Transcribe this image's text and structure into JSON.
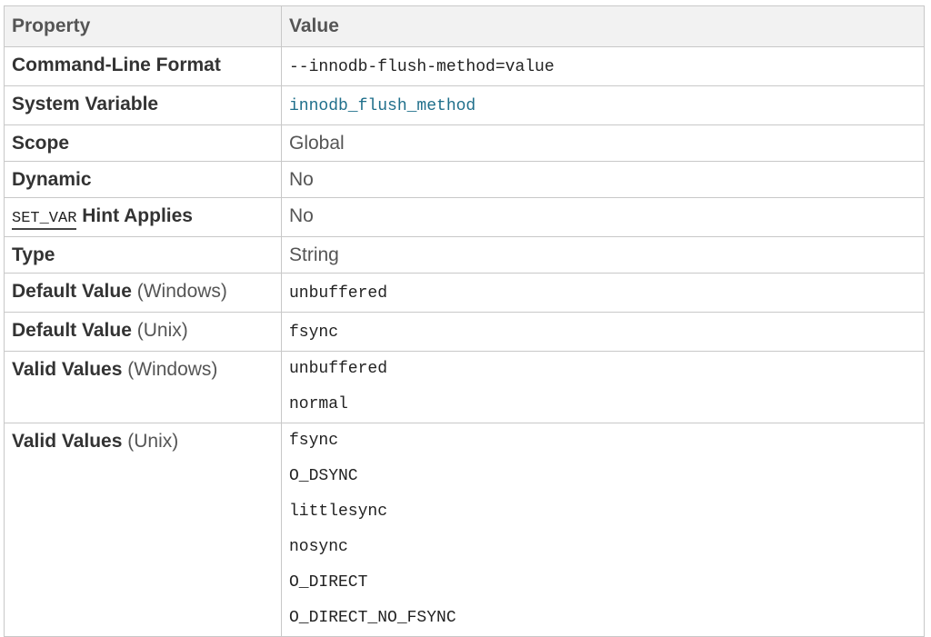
{
  "header": {
    "property": "Property",
    "value": "Value"
  },
  "rows": {
    "cmdline": {
      "name": "Command-Line Format",
      "value": "--innodb-flush-method=value"
    },
    "sysvar": {
      "name": "System Variable",
      "value": "innodb_flush_method"
    },
    "scope": {
      "name": "Scope",
      "value": "Global"
    },
    "dynamic": {
      "name": "Dynamic",
      "value": "No"
    },
    "setvar": {
      "code": "SET_VAR",
      "name": " Hint Applies",
      "value": "No"
    },
    "type": {
      "name": "Type",
      "value": "String"
    },
    "default_win": {
      "name": "Default Value",
      "qualifier": " (Windows)",
      "value": "unbuffered"
    },
    "default_unix": {
      "name": "Default Value",
      "qualifier": " (Unix)",
      "value": "fsync"
    },
    "valid_win": {
      "name": "Valid Values",
      "qualifier": " (Windows)",
      "values": [
        "unbuffered",
        "normal"
      ]
    },
    "valid_unix": {
      "name": "Valid Values",
      "qualifier": " (Unix)",
      "values": [
        "fsync",
        "O_DSYNC",
        "littlesync",
        "nosync",
        "O_DIRECT",
        "O_DIRECT_NO_FSYNC"
      ]
    }
  }
}
